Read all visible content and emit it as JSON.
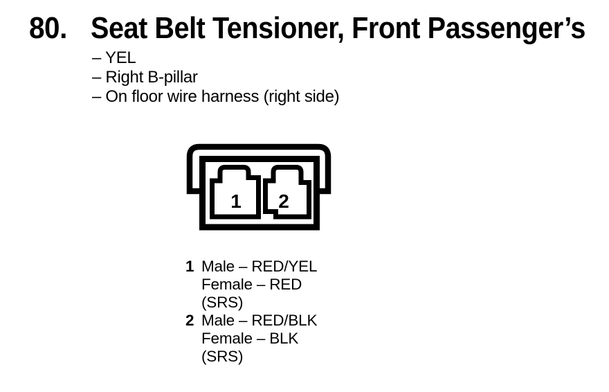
{
  "colors": {
    "ink": "#000000",
    "paper": "#ffffff"
  },
  "header": {
    "item_number": "80.",
    "title": "Seat Belt Tensioner, Front Passenger’s"
  },
  "details": [
    "– YEL",
    "– Right B-pillar",
    "– On floor wire harness (right side)"
  ],
  "connector": {
    "pin_labels": [
      "1",
      "2"
    ]
  },
  "legend": {
    "items": [
      {
        "pin": "1",
        "lines": [
          "Male – RED/YEL",
          "Female – RED",
          "(SRS)"
        ]
      },
      {
        "pin": "2",
        "lines": [
          "Male – RED/BLK",
          "Female – BLK",
          "(SRS)"
        ]
      }
    ]
  }
}
